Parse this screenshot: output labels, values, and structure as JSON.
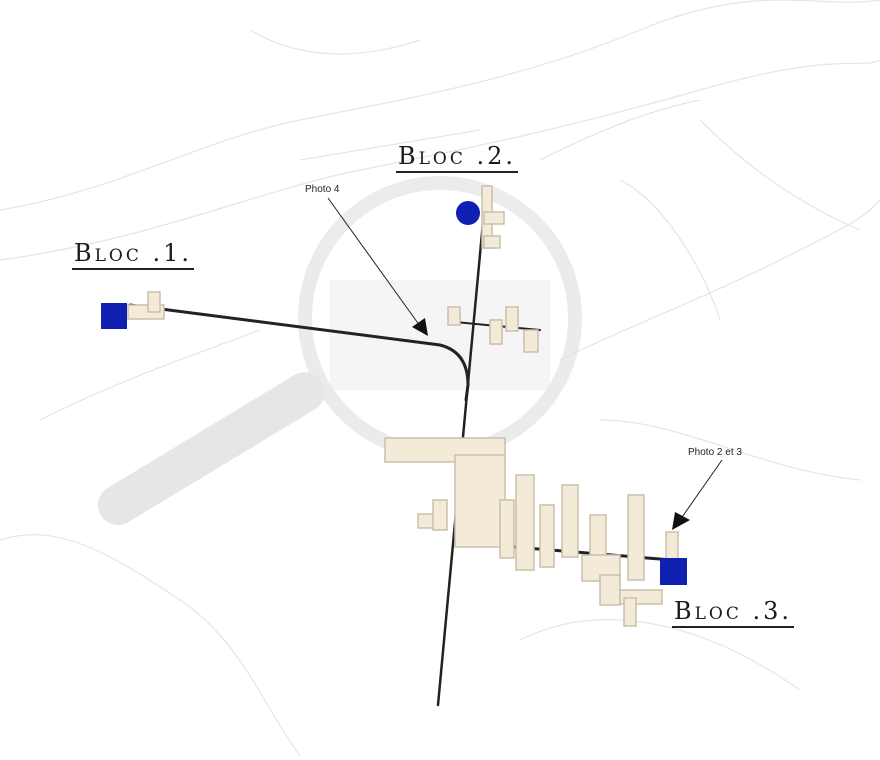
{
  "labels": {
    "bloc1": "Bloc .1.",
    "bloc2": "Bloc .2.",
    "bloc3": "Bloc .3."
  },
  "annotations": {
    "photo4": "Photo 4",
    "photo23": "Photo 2 et 3"
  },
  "colors": {
    "entrance_marker": "#1020b0",
    "gallery": "#222222",
    "block_fill": "#f3ead8",
    "block_stroke": "#c9bfae",
    "background_map": "#dfe6df"
  },
  "icons": {
    "bloc1_marker": "square-marker-icon",
    "bloc2_marker": "circle-marker-icon",
    "bloc3_marker": "square-marker-icon",
    "magnifier": "magnifying-glass-icon"
  }
}
